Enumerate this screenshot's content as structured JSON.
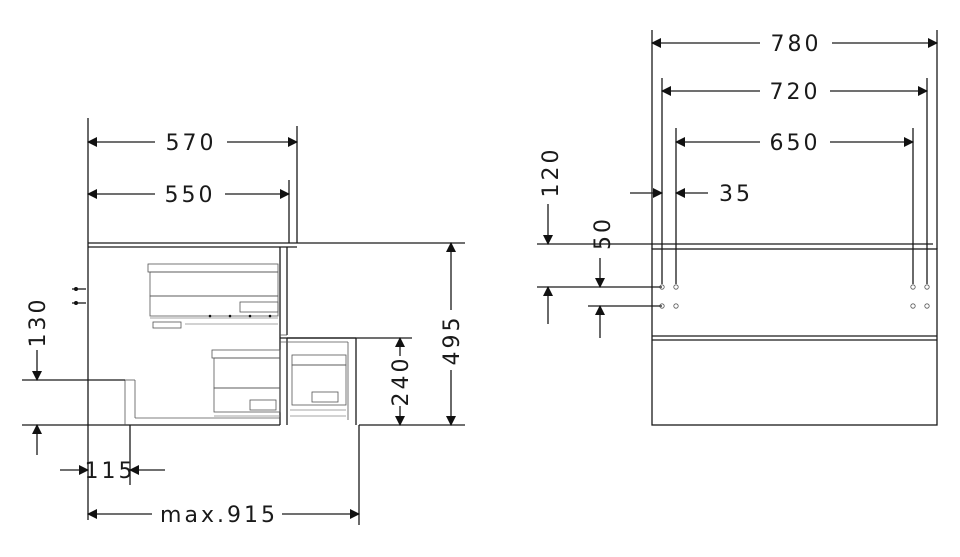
{
  "side_view": {
    "dim_570": "570",
    "dim_550": "550",
    "dim_130": "130",
    "dim_115": "115",
    "dim_max915": "max.915",
    "dim_495": "495",
    "dim_240": "240"
  },
  "front_view": {
    "dim_780": "780",
    "dim_720": "720",
    "dim_650": "650",
    "dim_35": "35",
    "dim_120": "120",
    "dim_50": "50"
  }
}
